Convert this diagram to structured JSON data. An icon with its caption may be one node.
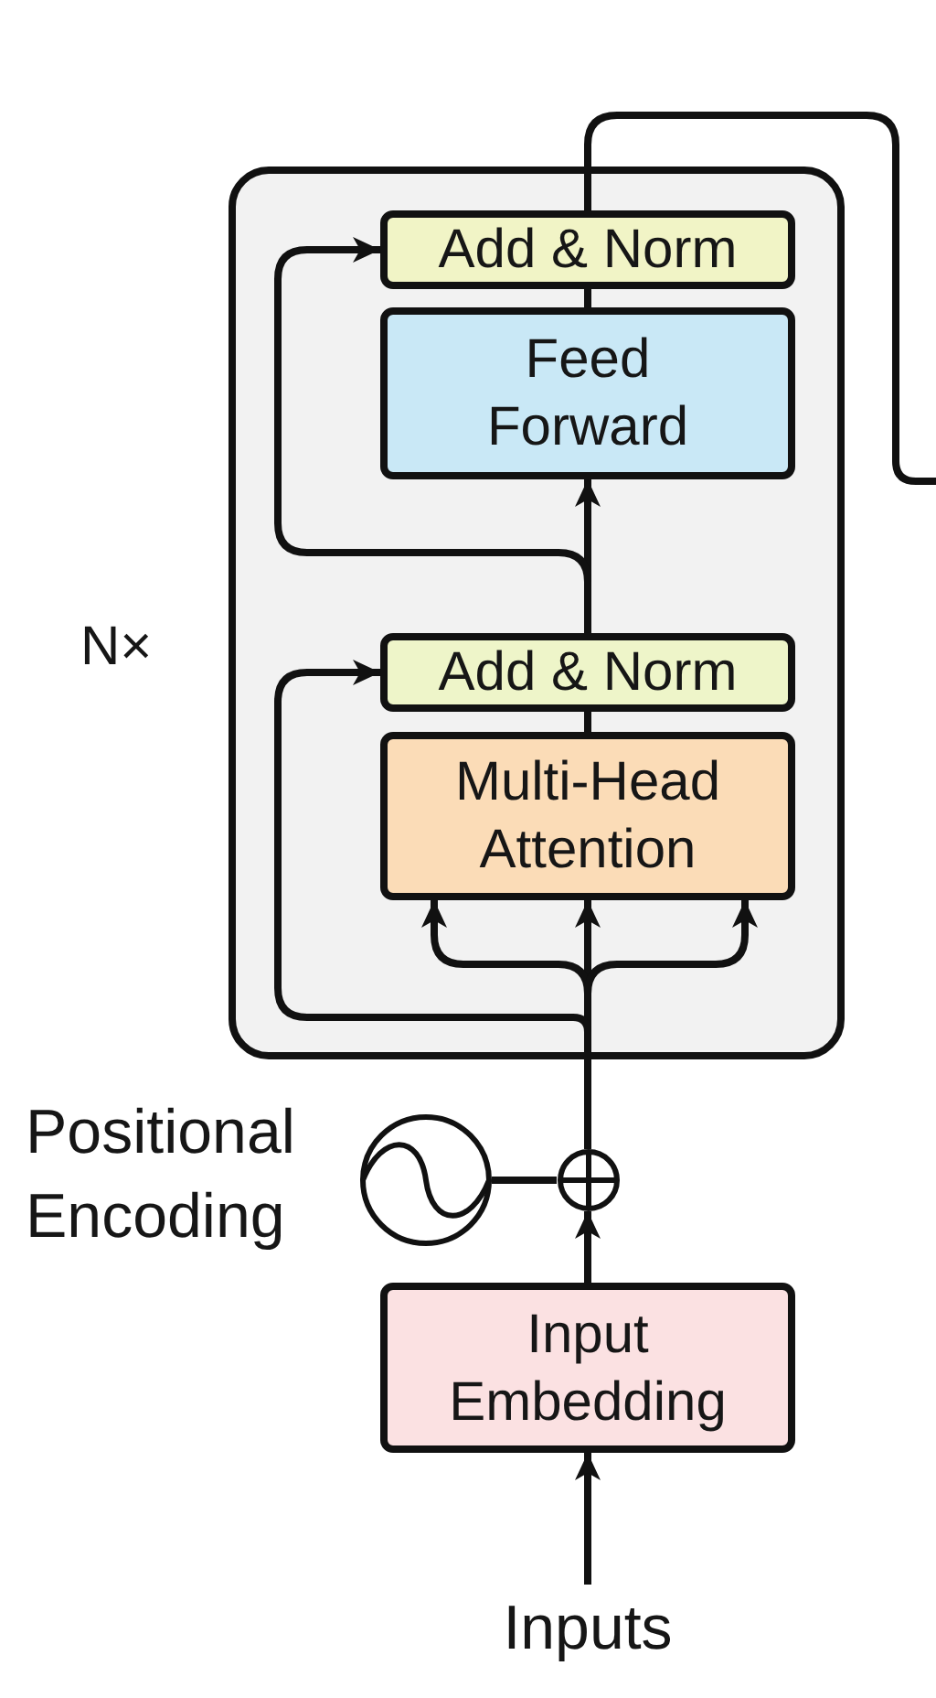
{
  "diagram": {
    "nodes": [
      {
        "text": [],
        "shape": "box",
        "beside": [
          "N×"
        ]
      },
      {
        "text": [
          "Add & Norm"
        ],
        "in": 0
      },
      {
        "text": [
          "Feed Forward"
        ],
        "in": 0
      },
      {
        "text": [
          "Add & Norm"
        ],
        "in": 0
      },
      {
        "text": [
          "Multi-Head Attention"
        ],
        "in": 0
      },
      {
        "text": [],
        "shape": "circle",
        "beside": [
          "Positional Encoding"
        ]
      },
      {
        "text": [],
        "shape": "circle"
      },
      {
        "text": [
          "Input Embedding"
        ]
      },
      {
        "text": [
          "Inputs"
        ]
      }
    ],
    "edges": [
      {
        "from": 8,
        "to": 7,
        "arrow": "to"
      },
      {
        "from": 7,
        "to": 6,
        "arrow": "to"
      },
      {
        "from": 5,
        "to": 6,
        "arrow": "none"
      },
      {
        "from": 6,
        "to": 4,
        "arrow": "to"
      },
      {
        "from": 6,
        "to": 4,
        "arrow": "to"
      },
      {
        "from": 6,
        "to": 4,
        "arrow": "to"
      },
      {
        "from": 6,
        "to": 3,
        "arrow": "to"
      },
      {
        "from": 4,
        "to": 3,
        "arrow": "none"
      },
      {
        "from": 3,
        "to": 2,
        "arrow": "to"
      },
      {
        "from": 3,
        "to": 1,
        "arrow": "to"
      },
      {
        "from": 2,
        "to": 1,
        "arrow": "none"
      },
      {
        "from": 1,
        "to": null,
        "arrow": "none"
      }
    ]
  }
}
